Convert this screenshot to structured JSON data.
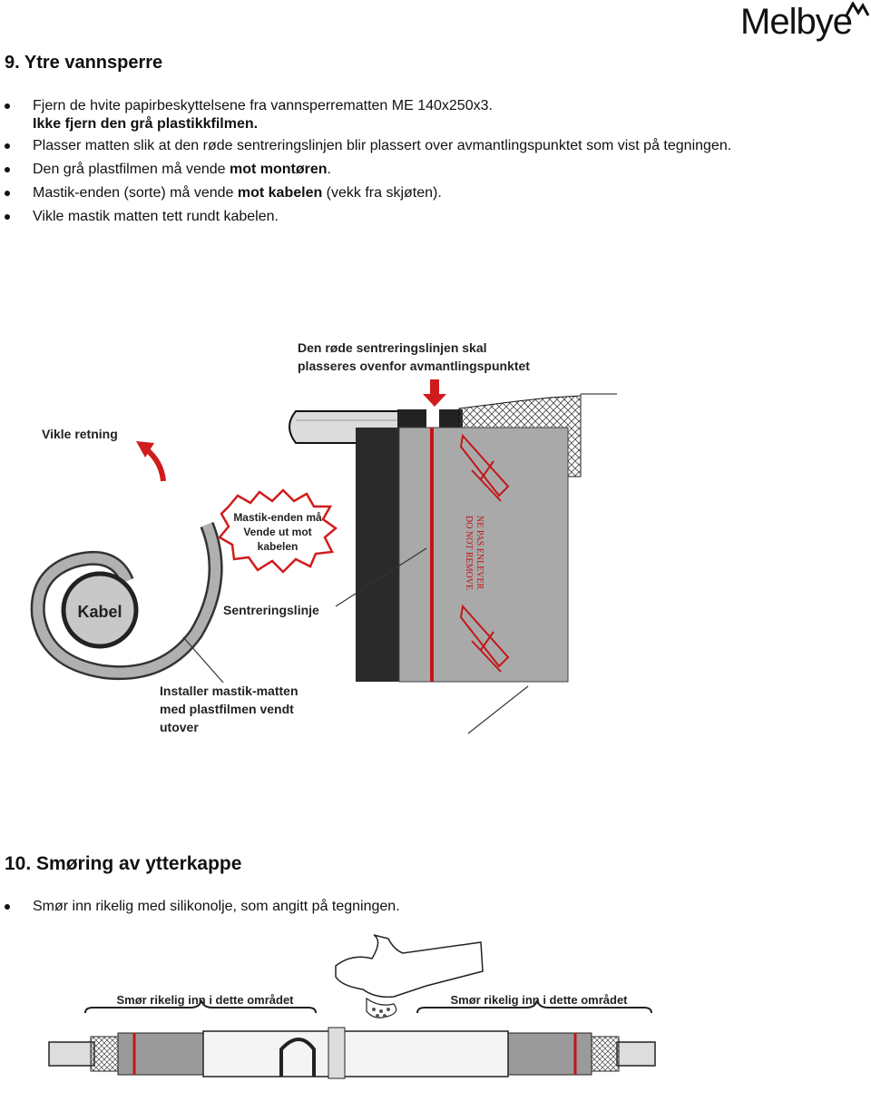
{
  "header": {
    "logo_text": "Melbye"
  },
  "section9": {
    "title": "9. Ytre vannsperre",
    "items": [
      {
        "text": "Fjern de hvite papirbeskyttelsene fra vannsperrematten ME 140x250x3.",
        "line2": "Ikke fjern den grå plastikkfilmen."
      },
      {
        "text": "Plasser matten slik at den røde sentreringslinjen blir plassert over avmantlingspunktet som vist på tegningen."
      },
      {
        "pre": "Den grå plastfilmen må vende ",
        "bold": "mot montøren",
        "post": "."
      },
      {
        "pre": "Mastik-enden (sorte) må vende ",
        "bold": "mot kabelen",
        "post": " (vekk fra skjøten)."
      },
      {
        "text": "Vikle mastik matten tett rundt kabelen."
      }
    ],
    "figure": {
      "top_label_1": "Den røde sentreringslinjen  skal",
      "top_label_2": "plasseres ovenfor avmantlingspunktet",
      "vikle_label": "Vikle retning",
      "callout_1": "Mastik-enden må",
      "callout_2": "Vende ut mot",
      "callout_3": "kabelen",
      "kabel_label": "Kabel",
      "sentrering_label": "Sentreringslinje",
      "install_1": "Installer mastik-matten",
      "install_2": "med plastfilmen vendt",
      "install_3": "utover",
      "film_text_1": "NE PAS ENLEVER",
      "film_text_2": "DO NOT REMOVE"
    }
  },
  "section10": {
    "title": "10. Smøring av ytterkappe",
    "items": [
      {
        "text": "Smør inn rikelig med silikonolje, som angitt på tegningen."
      }
    ],
    "figure": {
      "left_label": "Smør rikelig inn i dette området",
      "right_label": "Smør rikelig inn i dette området"
    }
  }
}
